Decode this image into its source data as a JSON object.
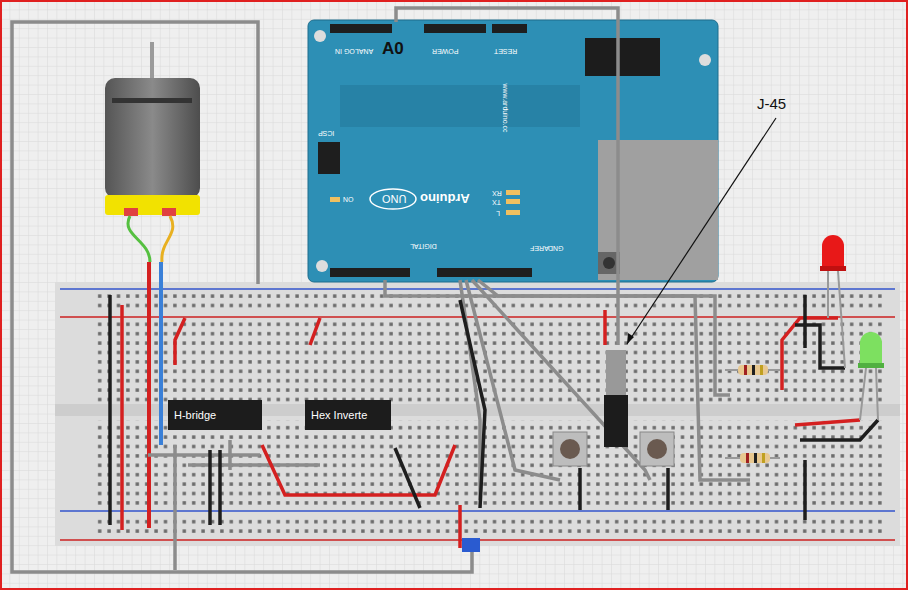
{
  "diagram": {
    "nodes": [
      {
        "text": [
          "H-bridge"
        ]
      },
      {
        "text": [
          "Hex Inverte"
        ]
      }
    ],
    "labels": [
      "A0",
      "J-45",
      "ANALOG IN",
      "POWER",
      "RESET",
      "ICSP",
      "UNO",
      "Arduino",
      "ON",
      "TX",
      "RX",
      "L",
      "DIGITAL",
      "AREF",
      "GND",
      "www.arduino.cc"
    ]
  }
}
